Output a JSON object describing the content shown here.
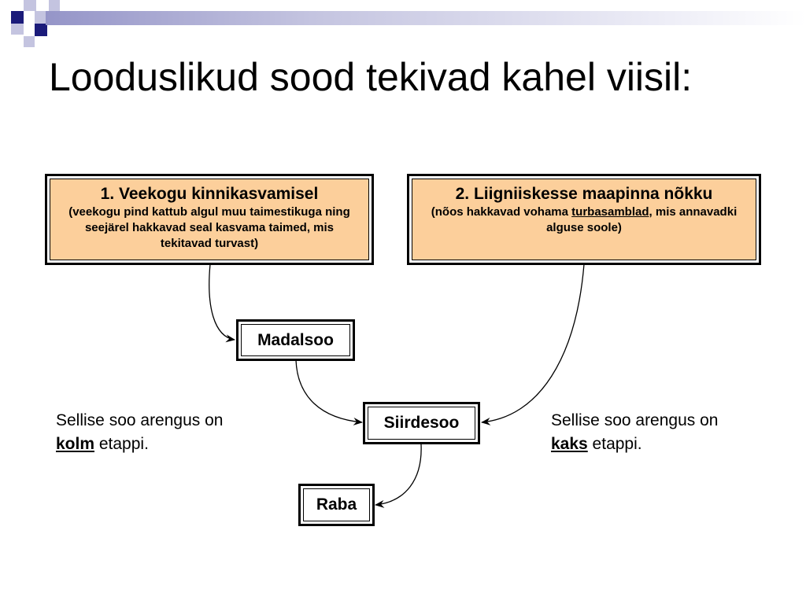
{
  "title": "Looduslikud sood tekivad kahel viisil:",
  "colors": {
    "peach": "#fccf9b",
    "accent": "#1b1b7a",
    "band": "#9595c8"
  },
  "sources": [
    {
      "heading": "1. Veekogu kinnikasvamisel",
      "desc": "(veekogu pind kattub algul muu taimestikuga ning seejärel hakkavad seal kasvama taimed, mis tekitavad turvast)"
    },
    {
      "heading": "2. Liigniiskesse maapinna nõkku",
      "desc_before": "(nõos hakkavad vohama ",
      "desc_underlined": "turbasamblad",
      "desc_after": ", mis annavadki alguse soole)"
    }
  ],
  "nodes": {
    "madalsoo": "Madalsoo",
    "siirdesoo": "Siirdesoo",
    "raba": "Raba"
  },
  "notes": {
    "left": {
      "line1": "Sellise soo arengus on",
      "bold": "kolm",
      "rest": " etappi."
    },
    "right": {
      "line1": "Sellise soo arengus on",
      "bold": "kaks",
      "rest": " etappi."
    }
  }
}
